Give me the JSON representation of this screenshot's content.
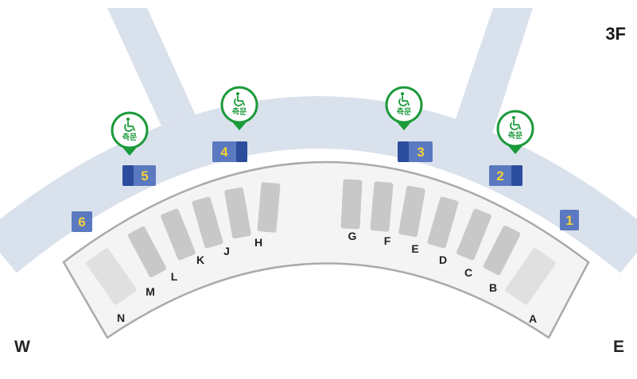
{
  "floor": "3F",
  "directions": {
    "west": "W",
    "east": "E"
  },
  "colors": {
    "road": "#d9e1ec",
    "gate_blue": "#5a79c0",
    "gate_dark": "#2c4c9c",
    "gate_number": "#f5d13a",
    "pin_green": "#1b9a3a",
    "counter_gray": "#c8c8c8",
    "terminal_fill": "#f4f4f4",
    "terminal_stroke": "#aaaaaa"
  },
  "gates": [
    {
      "number": "1"
    },
    {
      "number": "2"
    },
    {
      "number": "3"
    },
    {
      "number": "4"
    },
    {
      "number": "5"
    },
    {
      "number": "6"
    }
  ],
  "accessible_pins": [
    {
      "label": "측문",
      "icon": "wheelchair-icon"
    },
    {
      "label": "측문",
      "icon": "wheelchair-icon"
    },
    {
      "label": "측문",
      "icon": "wheelchair-icon"
    },
    {
      "label": "측문",
      "icon": "wheelchair-icon"
    }
  ],
  "counters": [
    {
      "letter": "A"
    },
    {
      "letter": "B"
    },
    {
      "letter": "C"
    },
    {
      "letter": "D"
    },
    {
      "letter": "E"
    },
    {
      "letter": "F"
    },
    {
      "letter": "G"
    },
    {
      "letter": "H"
    },
    {
      "letter": "J"
    },
    {
      "letter": "K"
    },
    {
      "letter": "L"
    },
    {
      "letter": "M"
    },
    {
      "letter": "N"
    }
  ]
}
